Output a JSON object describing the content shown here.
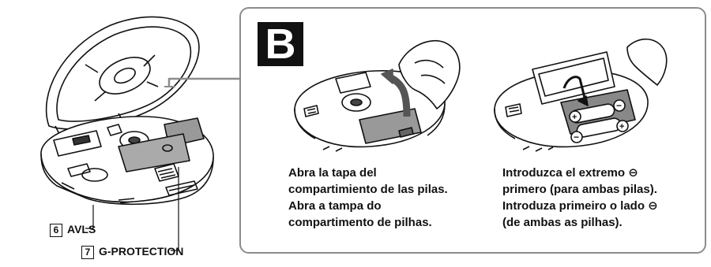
{
  "section_letter": "B",
  "callouts": [
    {
      "number": "6",
      "label": "AVLS"
    },
    {
      "number": "7",
      "label": "G-PROTECTION"
    }
  ],
  "step1": {
    "lines": [
      "Abra la tapa del",
      "compartimiento de las pilas.",
      "Abra a tampa do",
      "compartimento de pilhas."
    ]
  },
  "step2": {
    "lines": [
      "Introduzca el extremo ⊖",
      "primero (para ambas pilas).",
      "Introduza primeiro o lado ⊖",
      "(de ambas as pilhas)."
    ]
  }
}
